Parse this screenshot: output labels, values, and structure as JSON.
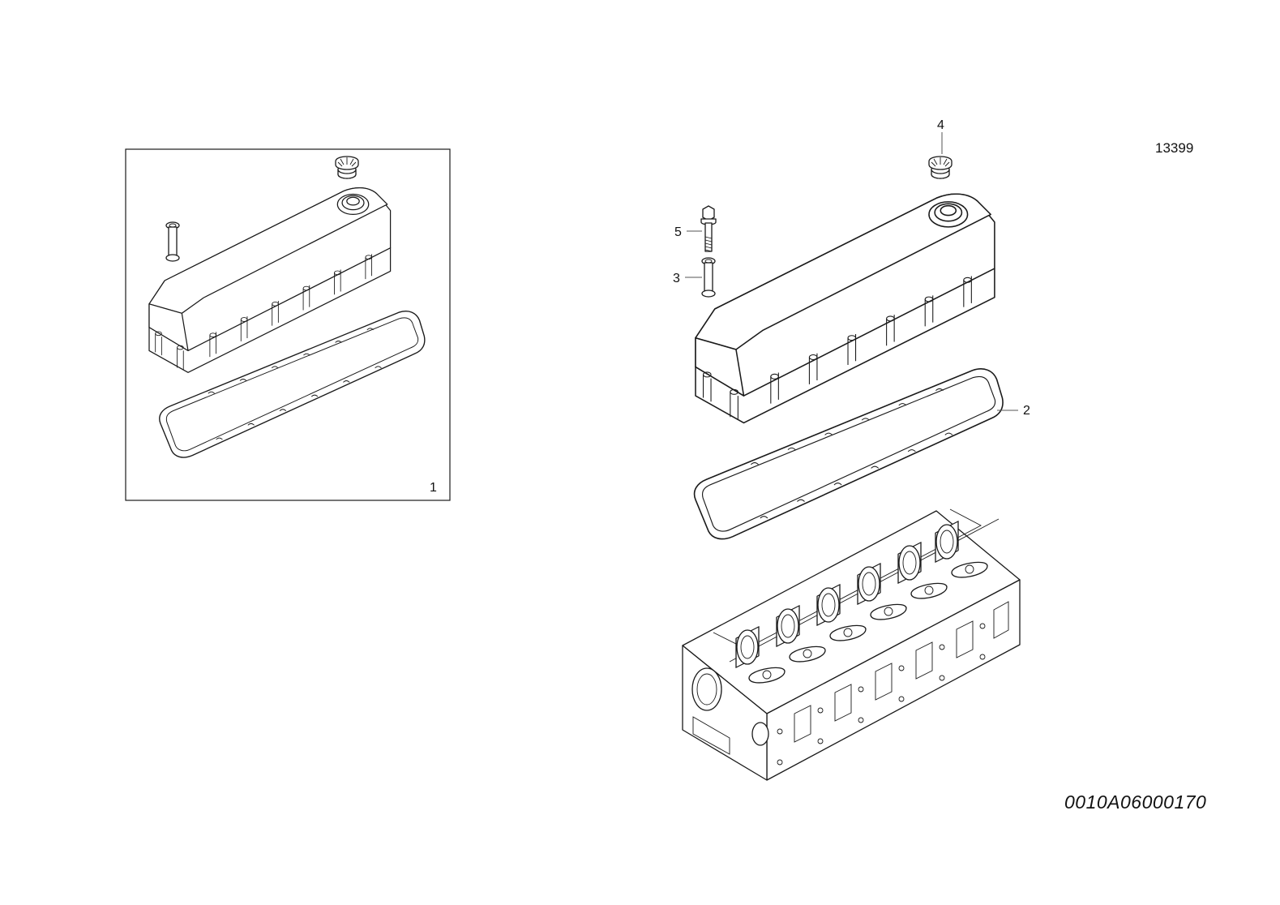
{
  "diagram": {
    "reference_number": "13399",
    "drawing_code": "0010A06000170",
    "kit_callout": "1",
    "callouts": [
      {
        "id": "c1",
        "label": "2"
      },
      {
        "id": "c2",
        "label": "3"
      },
      {
        "id": "c3",
        "label": "4"
      },
      {
        "id": "c4",
        "label": "5"
      }
    ]
  },
  "colors": {
    "line": "#1a1a1a",
    "leader": "#555555",
    "background": "#ffffff"
  }
}
